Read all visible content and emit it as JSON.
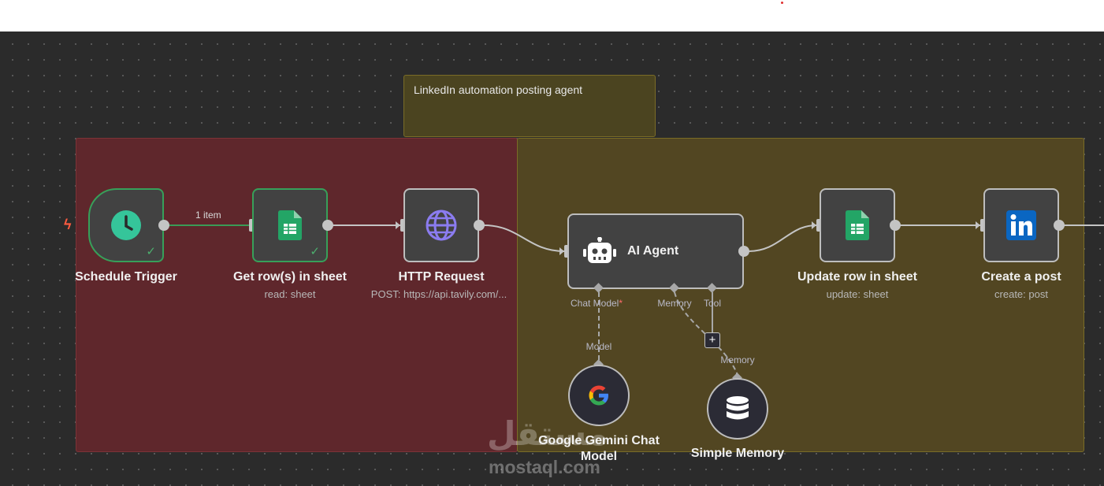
{
  "sticky_note": {
    "title": "LinkedIn automation posting agent"
  },
  "edge": {
    "count_label": "1 item"
  },
  "nodes": {
    "schedule_trigger": {
      "label": "Schedule Trigger",
      "icon": "clock-icon",
      "status": "success"
    },
    "get_rows": {
      "label": "Get row(s) in sheet",
      "sub": "read: sheet",
      "icon": "google-sheets-icon",
      "status": "success"
    },
    "http_request": {
      "label": "HTTP Request",
      "sub": "POST: https://api.tavily.com/...",
      "icon": "globe-icon"
    },
    "ai_agent": {
      "label": "AI Agent",
      "icon": "robot-icon"
    },
    "update_row": {
      "label": "Update row in sheet",
      "sub": "update: sheet",
      "icon": "google-sheets-icon"
    },
    "create_post": {
      "label": "Create a post",
      "sub": "create: post",
      "icon": "linkedin-icon"
    },
    "gemini": {
      "label_line1": "Google Gemini Chat",
      "label_line2": "Model",
      "icon": "google-icon"
    },
    "memory": {
      "label": "Simple Memory",
      "icon": "database-icon"
    }
  },
  "agent_inputs": {
    "chat_model": "Chat Model",
    "required_mark": "*",
    "memory": "Memory",
    "tool": "Tool"
  },
  "sub_inputs": {
    "model": "Model",
    "memory": "Memory",
    "add_tool": "+"
  },
  "watermark": {
    "arabic": "مستقل",
    "latin": "mostaql.com"
  },
  "colors": {
    "canvas": "#2b2b2b",
    "sticky_red": "#5f272c",
    "sticky_olive": "#524622",
    "success": "#37a05a",
    "trigger_bolt": "#ff5b40"
  }
}
